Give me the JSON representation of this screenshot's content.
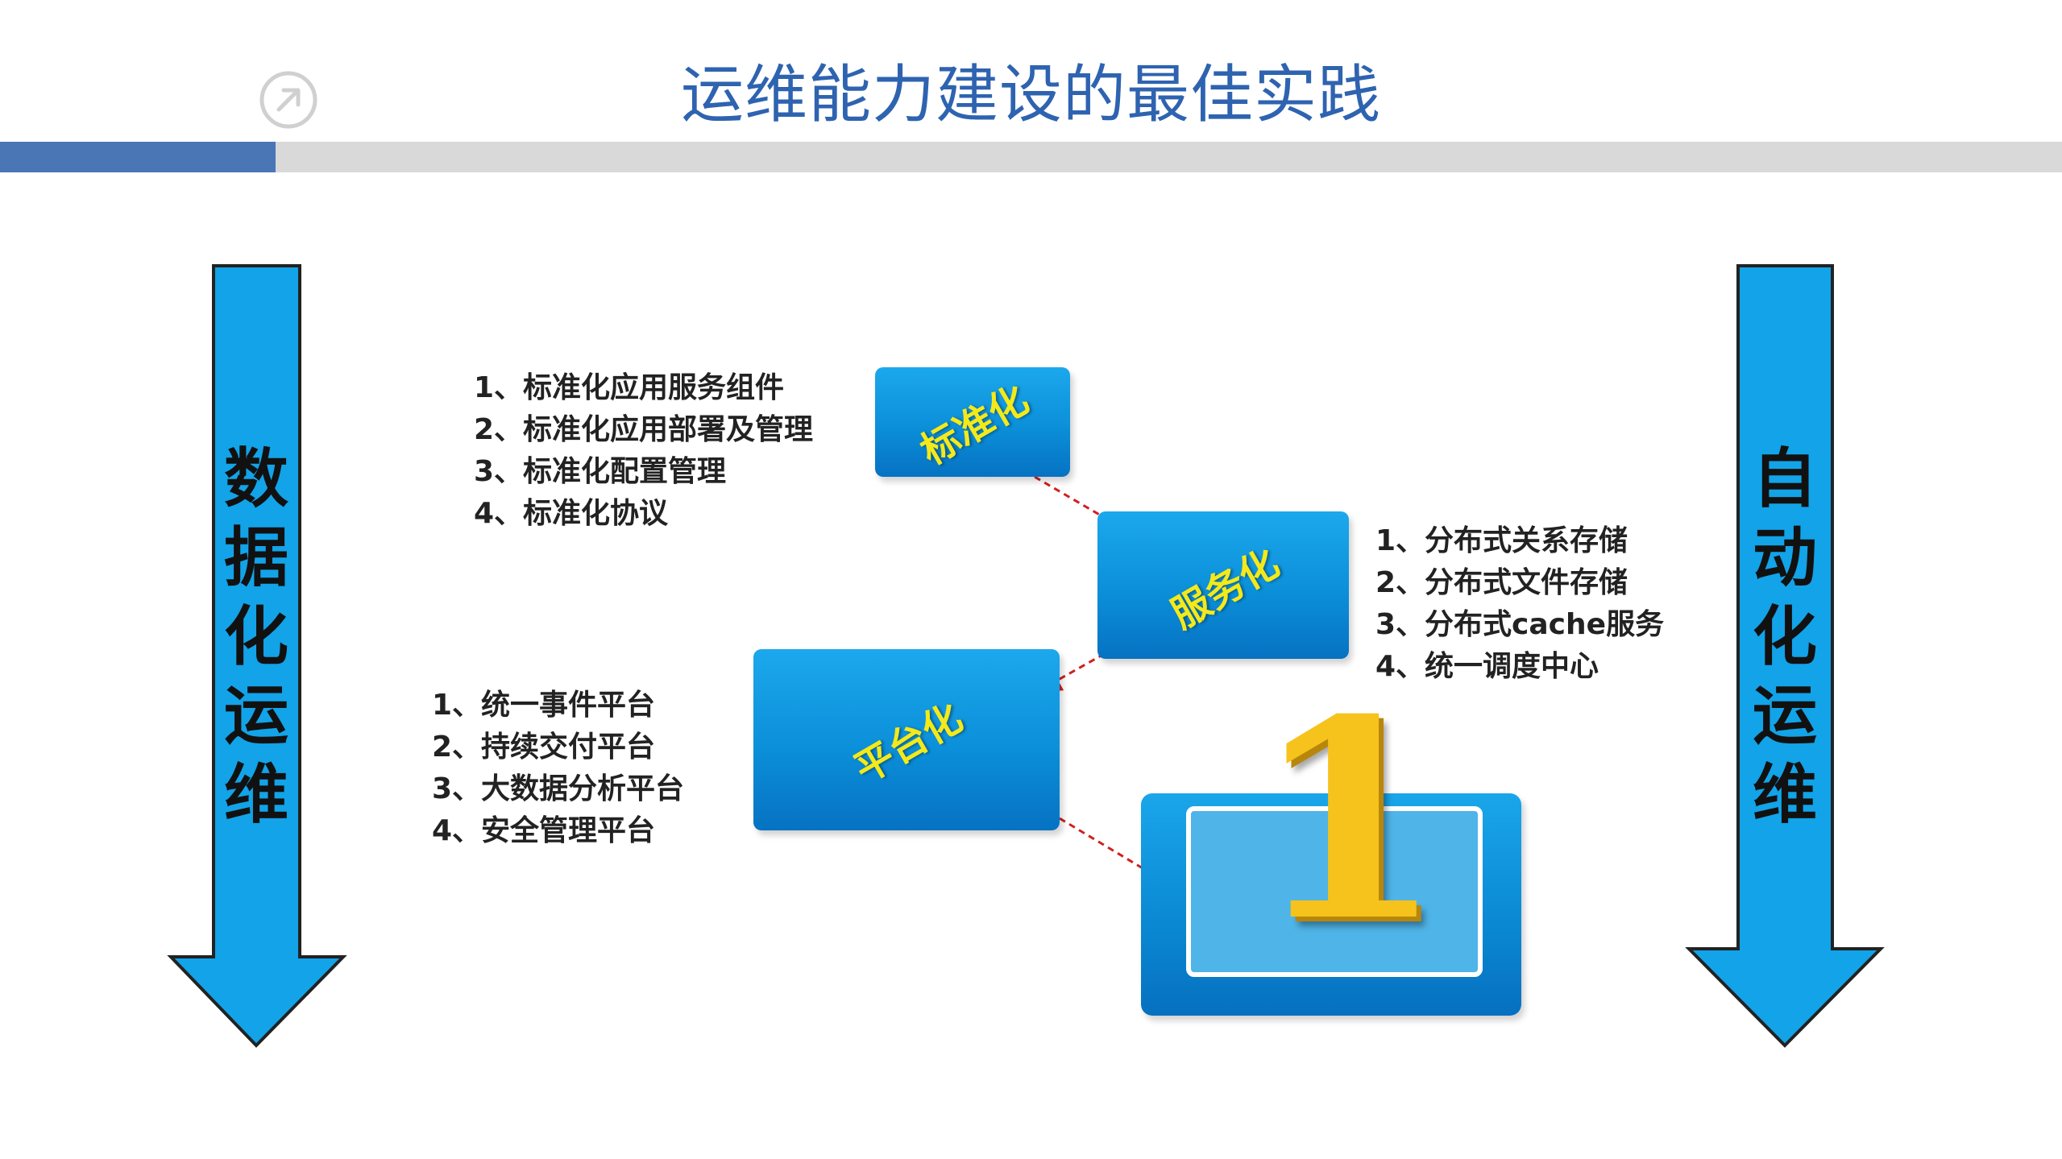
{
  "page": {
    "title": "运维能力建设的最佳实践",
    "colors": {
      "title": "#2e63b0",
      "accent_bar": "#4a76b6",
      "gray_bar": "#d9d9d9",
      "arrow_fill": "#12a3e8",
      "box_fill": "#0b8fd9",
      "box_text": "#f4e91a"
    }
  },
  "header": {
    "icon": "arrow-up-right-circle-icon"
  },
  "left_arrow": {
    "label": [
      "数",
      "据",
      "化",
      "运",
      "维"
    ]
  },
  "right_arrow": {
    "label": [
      "自",
      "动",
      "化",
      "运",
      "维"
    ]
  },
  "stages": [
    {
      "label": "标准化",
      "items": [
        "1、标准化应用服务组件",
        "2、标准化应用部署及管理",
        "3、标准化配置管理",
        "4、标准化协议"
      ]
    },
    {
      "label": "服务化",
      "items": [
        "1、分布式关系存储",
        "2、分布式文件存储",
        "3、分布式cache服务",
        "4、统一调度中心"
      ]
    },
    {
      "label": "平台化",
      "items": [
        "1、统一事件平台",
        "2、持续交付平台",
        "3、大数据分析平台",
        "4、安全管理平台"
      ]
    }
  ],
  "goal": {
    "label": "1",
    "icon": "number-one-trophy-icon"
  }
}
